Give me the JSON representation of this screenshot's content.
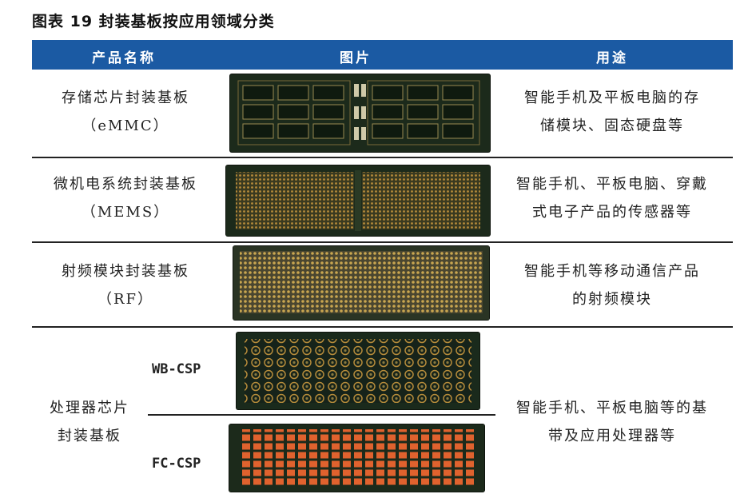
{
  "figure_title": "图表 19 封装基板按应用领域分类",
  "header": {
    "col_name": "产品名称",
    "col_image": "图片",
    "col_use": "用途"
  },
  "rows": [
    {
      "name_line1": "存储芯片封装基板",
      "name_line2": "（eMMC）",
      "use_line1": "智能手机及平板电脑的存",
      "use_line2": "储模块、固态硬盘等"
    },
    {
      "name_line1": "微机电系统封装基板",
      "name_line2": "（MEMS）",
      "use_line1": "智能手机、平板电脑、穿戴",
      "use_line2": "式电子产品的传感器等"
    },
    {
      "name_line1": "射频模块封装基板",
      "name_line2": "（RF）",
      "use_line1": "智能手机等移动通信产品",
      "use_line2": "的射频模块"
    },
    {
      "name_line1": "处理器芯片",
      "name_line2": "封装基板",
      "sub1": "WB-CSP",
      "sub2": "FC-CSP",
      "use_line1": "智能手机、平板电脑等的基",
      "use_line2": "带及应用处理器等"
    }
  ],
  "colors": {
    "header_bg": "#1b5aa3",
    "board_dark": "#1c2a1b",
    "pad_gold": "#b58b3a",
    "pad_copper": "#e0622e"
  }
}
